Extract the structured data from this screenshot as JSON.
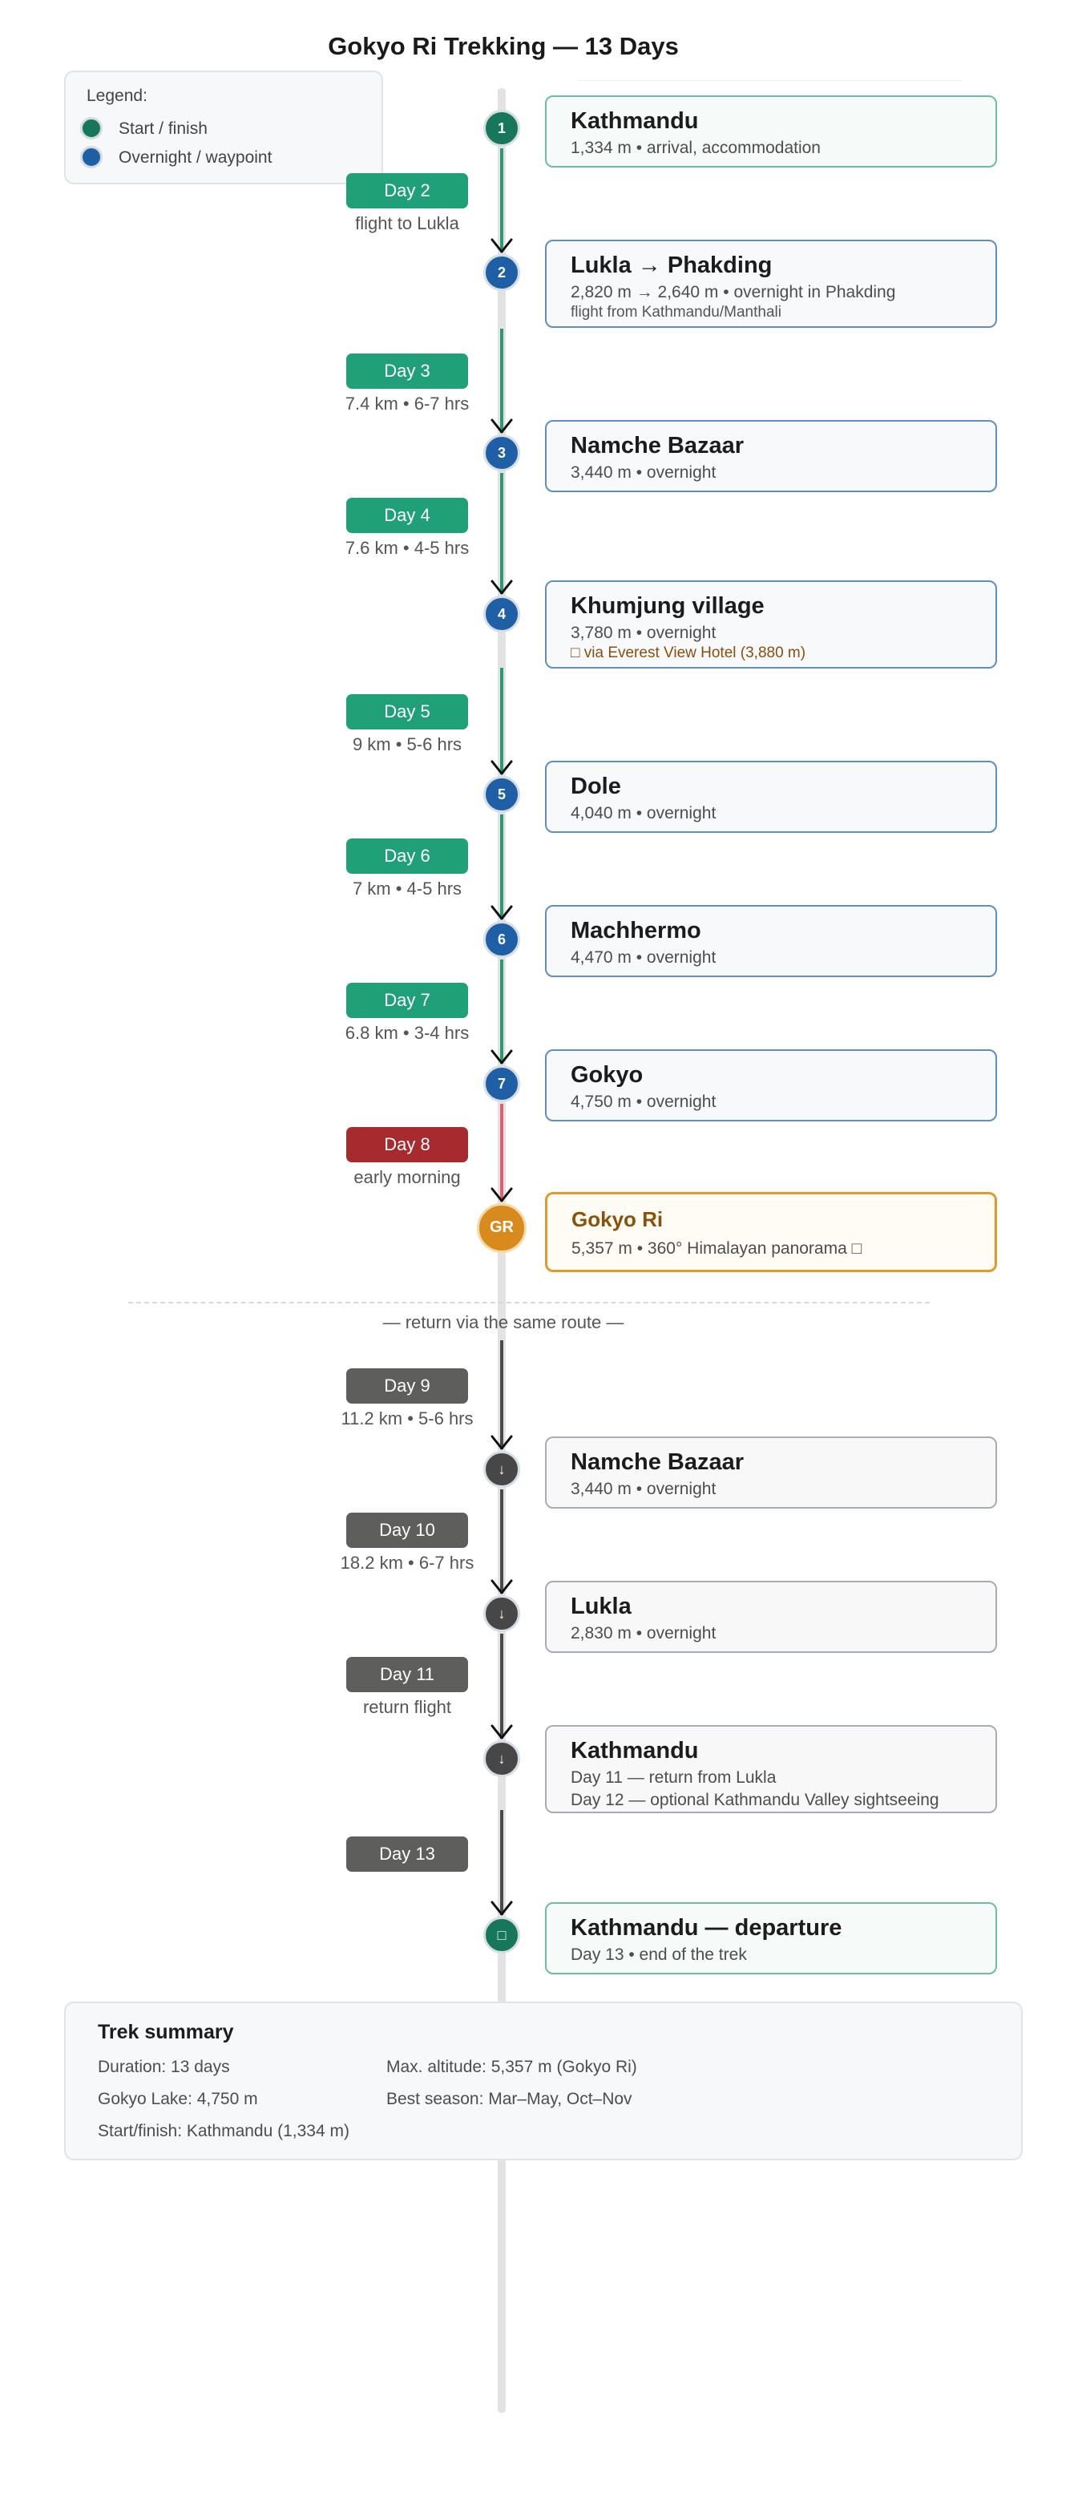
{
  "title": "Gokyo Ri Trekking — 13 Days",
  "legend": {
    "title": "Legend:",
    "items": [
      {
        "label": "Start / finish",
        "color": "#17775a"
      },
      {
        "label": "Overnight / waypoint",
        "color": "#1f5fa6"
      }
    ]
  },
  "colors": {
    "ascent_line": "#2b9a72",
    "summit_line": "#e06072",
    "return_line": "#4a4a4a",
    "start_node": "#17775a",
    "waypoint_node": "#1f5fa6",
    "summit_node": "#d98a1c",
    "return_node": "#474747",
    "ascent_pill": "#1fa077",
    "summit_pill": "#a62a2e",
    "return_pill": "#5e5e5c",
    "ascent_card_border": "#5f8fbf",
    "start_card_border": "#6abf9d",
    "summit_card_border": "#e39a2c",
    "return_card_border": "#a7adb3"
  },
  "stops": [
    {
      "marker": "1",
      "kind": "start",
      "title": "Kathmandu",
      "lines": [
        "1,334 m • arrival, accommodation"
      ]
    },
    {
      "marker": "2",
      "kind": "waypoint",
      "title": "Lukla → Phakding",
      "lines": [
        "2,820 m → 2,640 m • overnight in Phakding"
      ],
      "sub": "flight from Kathmandu/Manthali"
    },
    {
      "marker": "3",
      "kind": "waypoint",
      "title": "Namche Bazaar",
      "lines": [
        "3,440 m • overnight"
      ]
    },
    {
      "marker": "4",
      "kind": "waypoint",
      "title": "Khumjung village",
      "lines": [
        "3,780 m • overnight"
      ],
      "note": "□ via Everest View Hotel (3,880 m)"
    },
    {
      "marker": "5",
      "kind": "waypoint",
      "title": "Dole",
      "lines": [
        "4,040 m • overnight"
      ]
    },
    {
      "marker": "6",
      "kind": "waypoint",
      "title": "Machhermo",
      "lines": [
        "4,470 m • overnight"
      ]
    },
    {
      "marker": "7",
      "kind": "waypoint",
      "title": "Gokyo",
      "lines": [
        "4,750 m • overnight"
      ]
    },
    {
      "marker": "GR",
      "kind": "summit",
      "title": "Gokyo Ri",
      "lines": [
        "5,357 m • 360° Himalayan panorama □"
      ]
    },
    {
      "marker": "↓",
      "kind": "return",
      "title": "Namche Bazaar",
      "lines": [
        "3,440 m • overnight"
      ]
    },
    {
      "marker": "↓",
      "kind": "return",
      "title": "Lukla",
      "lines": [
        "2,830 m • overnight"
      ]
    },
    {
      "marker": "↓",
      "kind": "return",
      "title": "Kathmandu",
      "lines": [
        "Day 11 — return from Lukla",
        "Day 12 — optional Kathmandu Valley sightseeing"
      ]
    },
    {
      "marker": "□",
      "kind": "finish",
      "title": "Kathmandu — departure",
      "lines": [
        "Day 13 • end of the trek"
      ]
    }
  ],
  "legs": [
    {
      "day": "Day 2",
      "note": "flight to Lukla",
      "kind": "ascent"
    },
    {
      "day": "Day 3",
      "note": "7.4 km • 6-7 hrs",
      "kind": "ascent"
    },
    {
      "day": "Day 4",
      "note": "7.6 km • 4-5 hrs",
      "kind": "ascent"
    },
    {
      "day": "Day 5",
      "note": "9 km • 5-6 hrs",
      "kind": "ascent"
    },
    {
      "day": "Day 6",
      "note": "7 km • 4-5 hrs",
      "kind": "ascent"
    },
    {
      "day": "Day 7",
      "note": "6.8 km • 3-4 hrs",
      "kind": "ascent"
    },
    {
      "day": "Day 8",
      "note": "early morning",
      "kind": "summit"
    },
    {
      "day": "Day 9",
      "note": "11.2 km • 5-6 hrs",
      "kind": "return"
    },
    {
      "day": "Day 10",
      "note": "18.2 km • 6-7 hrs",
      "kind": "return"
    },
    {
      "day": "Day 11",
      "note": "return flight",
      "kind": "return"
    },
    {
      "day": "Day 13",
      "note": "",
      "kind": "return"
    }
  ],
  "return_label": "— return via the same route —",
  "summary": {
    "title": "Trek summary",
    "items": [
      "Duration: 13 days",
      "Max. altitude: 5,357 m (Gokyo Ri)",
      "Gokyo Lake: 4,750 m",
      "Best season: Mar–May, Oct–Nov",
      "Start/finish: Kathmandu (1,334 m)"
    ]
  }
}
